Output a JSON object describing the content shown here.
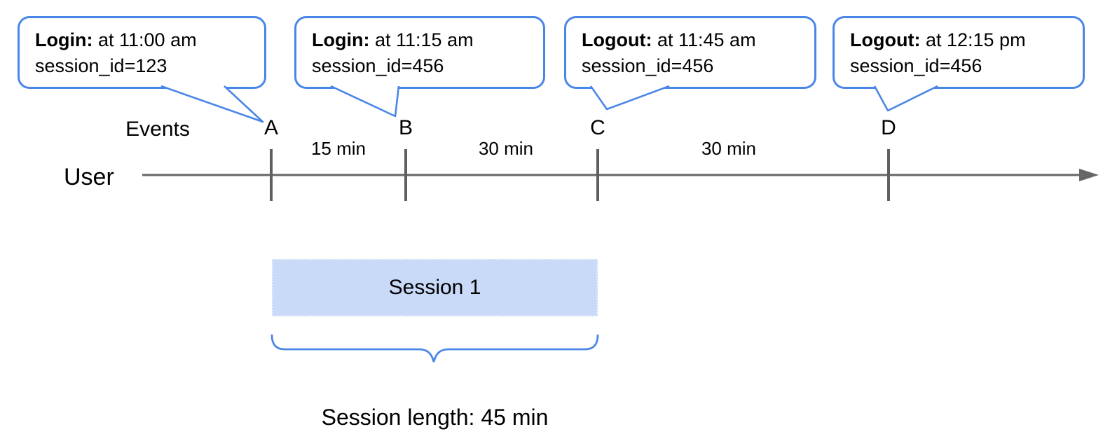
{
  "figure": {
    "callouts": [
      {
        "event": "Login:",
        "time": "at 11:00 am",
        "session": "session_id=123"
      },
      {
        "event": "Login:",
        "time": "at 11:15 am",
        "session": "session_id=456"
      },
      {
        "event": "Logout:",
        "time": "at 11:45 am",
        "session": "session_id=456"
      },
      {
        "event": "Logout:",
        "time": "at 12:15 pm",
        "session": "session_id=456"
      }
    ],
    "timeline": {
      "events_label": "Events",
      "user_label": "User",
      "markers": [
        "A",
        "B",
        "C",
        "D"
      ],
      "intervals": [
        "15 min",
        "30 min",
        "30 min"
      ]
    },
    "session": {
      "box_label": "Session 1",
      "length_label": "Session length: 45 min"
    },
    "colors": {
      "accent_blue": "#4a86e8",
      "session_fill": "#c9daf8",
      "timeline_gray": "#666666",
      "text_black": "#000000"
    }
  }
}
